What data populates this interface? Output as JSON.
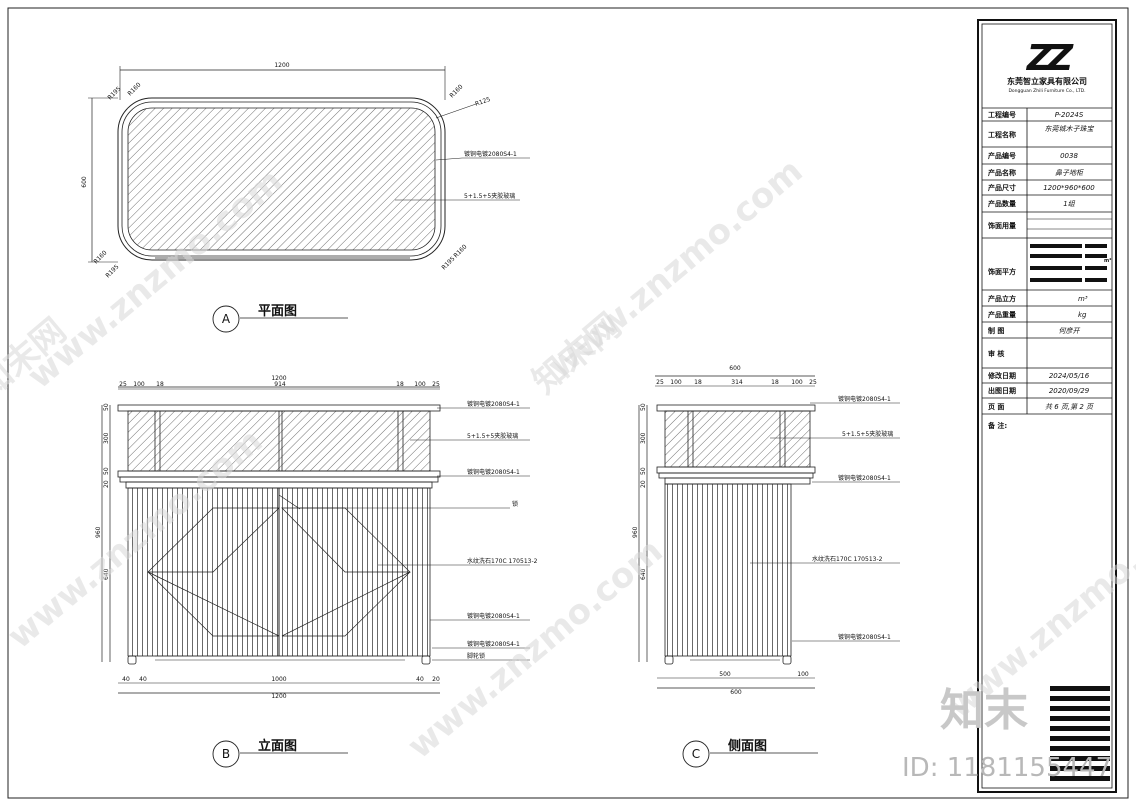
{
  "drawing": {
    "views": {
      "plan": {
        "letter": "A",
        "title": "平面图"
      },
      "front": {
        "letter": "B",
        "title": "立面图"
      },
      "side": {
        "letter": "C",
        "title": "侧面图"
      }
    },
    "plan_dims": {
      "width": "1200",
      "height": "600",
      "r1": "R195",
      "r2": "R160",
      "r3": "R160",
      "r4": "R125",
      "r5": "R160",
      "r6": "R195",
      "r7": "R195",
      "r8": "R160"
    },
    "plan_notes": {
      "steel": "镀铜电镀2080S4-1",
      "glass": "5+1.5+5夹胶玻璃"
    },
    "front_dims": {
      "top_total": "1200",
      "top_segs": [
        "25",
        "100",
        "18",
        "914",
        "18",
        "100",
        "25"
      ],
      "left_v": [
        "50",
        "300",
        "50",
        "20",
        "960",
        "640"
      ],
      "bottom_segs": [
        "40",
        "40",
        "1000",
        "40",
        "20"
      ],
      "bottom_total": "1200"
    },
    "front_notes": {
      "n1": "镀铜电镀2080S4-1",
      "n2": "5+1.5+5夹胶玻璃",
      "n3": "镀铜电镀2080S4-1",
      "n4": "锁",
      "n5": "水纹洗石170C    170513-2",
      "n6": "镀铜电镀2080S4-1",
      "n7": "镀铜电镀2080S4-1",
      "n8": "脚轮锁"
    },
    "side_dims": {
      "top_total": "600",
      "top_segs": [
        "25",
        "100",
        "18",
        "314",
        "18",
        "100",
        "25"
      ],
      "left_v": [
        "50",
        "300",
        "50",
        "20",
        "960",
        "640"
      ],
      "bottom_segs": [
        "500",
        "100"
      ],
      "bottom_total": "600"
    },
    "side_notes": {
      "n1": "镀铜电镀2080S4-1",
      "n2": "5+1.5+5夹胶玻璃",
      "n3": "镀铜电镀2080S4-1",
      "n4": "水纹洗石170C    170513-2",
      "n5": "镀铜电镀2080S4-1"
    }
  },
  "title_block": {
    "logo": "ZZ",
    "company_cn": "东莞智立家具有限公司",
    "company_en": "Dongguan Zhili Furniture Co., LTD.",
    "rows": [
      {
        "label": "工程编号",
        "value": "P-2024S"
      },
      {
        "label": "工程名称",
        "value": "东莞城木子珠宝"
      },
      {
        "label": "产品编号",
        "value": "0038"
      },
      {
        "label": "产品名称",
        "value": "鼻子地柜"
      },
      {
        "label": "产品尺寸",
        "value": "1200*960*600"
      },
      {
        "label": "产品数量",
        "value": "1组"
      },
      {
        "label": "饰面用量",
        "value": ""
      }
    ],
    "area_label": "饰面平方",
    "area_unit": "m²",
    "volume_label": "产品立方",
    "volume_unit": "m³",
    "weight_label": "产品重量",
    "weight_unit": "kg",
    "drawer_label": "制    图",
    "drawer_value": "何彦开",
    "review_label": "审    核",
    "rev_date_label": "修改日期",
    "rev_date_value": "2024/05/16",
    "issue_date_label": "出图日期",
    "issue_date_value": "2020/09/29",
    "page_label": "页    面",
    "page_value": "共 6 页,第 2 页",
    "remark_label": "备    注:"
  },
  "watermark": {
    "site": "www.znzmo.com",
    "brand_cn": "知末网",
    "brand_big": "知末",
    "id_text": "ID: 1181155447"
  }
}
